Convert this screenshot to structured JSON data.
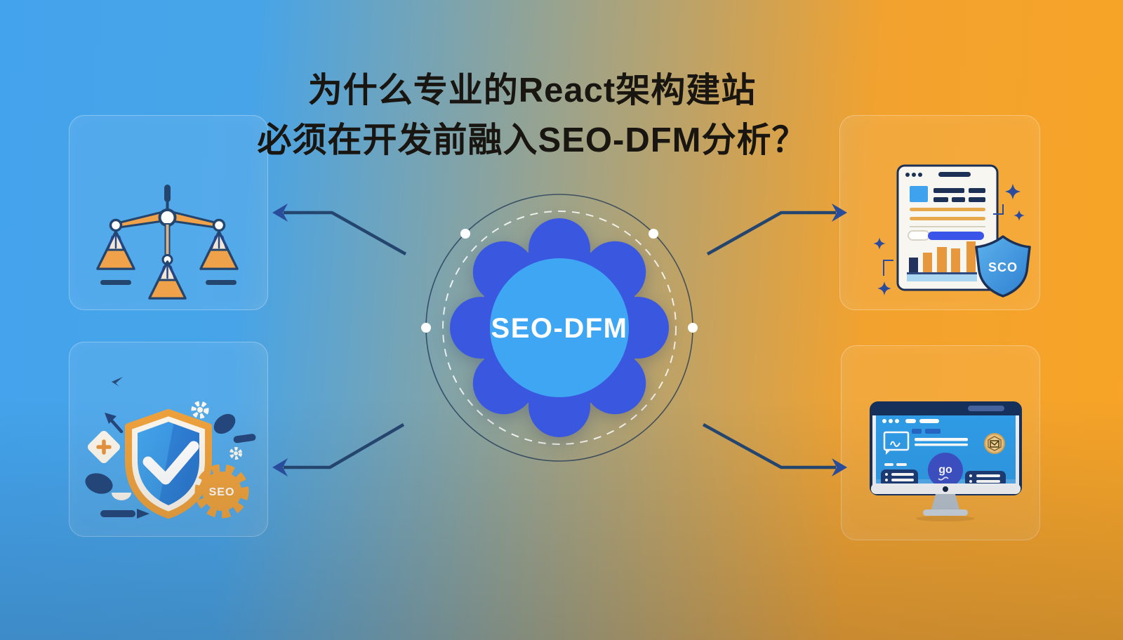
{
  "title": {
    "line1": "为什么专业的React架构建站",
    "line2": "必须在开发前融入SEO-DFM分析？"
  },
  "center": {
    "label": "SEO-DFM"
  },
  "corners": {
    "top_left": {
      "icon": "balance-scales"
    },
    "top_right": {
      "icon": "seo-report-document",
      "shield_label": "SCO"
    },
    "bottom_left": {
      "icon": "shield-checkmark",
      "gear_label": "SEO"
    },
    "bottom_right": {
      "icon": "website-monitor",
      "badge_label": "go"
    }
  },
  "colors": {
    "bg_left": "#43a3ec",
    "bg_right": "#f7a427",
    "navy": "#24456e",
    "flower_blue": "#3a57e0",
    "core_blue": "#3fa6f4",
    "orange": "#efa23c",
    "report_shield_blue": "#3d95dd",
    "white": "#ffffff"
  }
}
